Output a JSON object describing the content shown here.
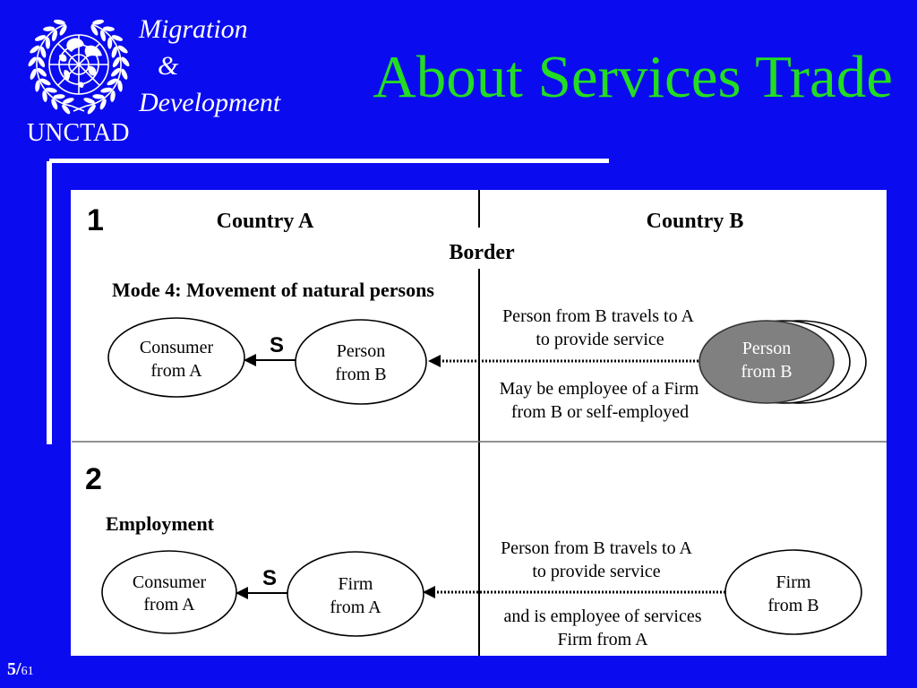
{
  "slide": {
    "logo_icon": "un-emblem-icon",
    "program_lines": [
      "Migration",
      "&",
      "Development"
    ],
    "org_name": "UNCTAD",
    "title": "About Services Trade",
    "page": {
      "current": "5/",
      "total": "61"
    }
  },
  "diagram": {
    "country_a": "Country A",
    "country_b": "Country B",
    "border_label": "Border",
    "sections": [
      {
        "number": "1",
        "heading": "Mode 4: Movement of natural persons",
        "consumer": [
          "Consumer",
          "from A"
        ],
        "service_label": "S",
        "provider": [
          "Person",
          "from B"
        ],
        "movement_note": [
          "Person from B travels to A",
          "to provide service"
        ],
        "status_note": [
          "May be employee of a Firm",
          "from B or self-employed"
        ],
        "origin": [
          "Person",
          "from B"
        ]
      },
      {
        "number": "2",
        "heading": "Employment",
        "consumer": [
          "Consumer",
          "from A"
        ],
        "service_label": "S",
        "provider": [
          "Firm",
          "from A"
        ],
        "movement_note": [
          "Person from B travels to A",
          "to provide service"
        ],
        "status_note": [
          "and is employee of services",
          "Firm from A"
        ],
        "origin": [
          "Firm",
          "from B"
        ]
      }
    ]
  },
  "colors": {
    "background": "#0b0bf0",
    "title": "#22dd22",
    "header_text": "#ffffff",
    "origin_stack_fill": "#808080"
  }
}
